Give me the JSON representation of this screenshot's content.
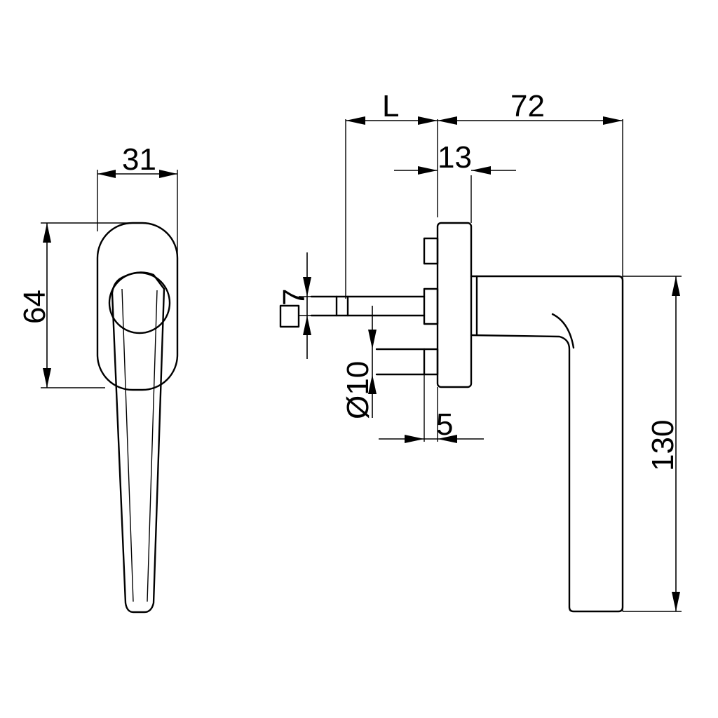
{
  "dimensions": {
    "front_width": "31",
    "front_height": "64",
    "spindle_length": "L",
    "handle_projection": "72",
    "rose_thickness": "13",
    "spindle_square": "7",
    "pin_diameter": "Ø10",
    "pin_offset": "5",
    "handle_height": "130"
  }
}
